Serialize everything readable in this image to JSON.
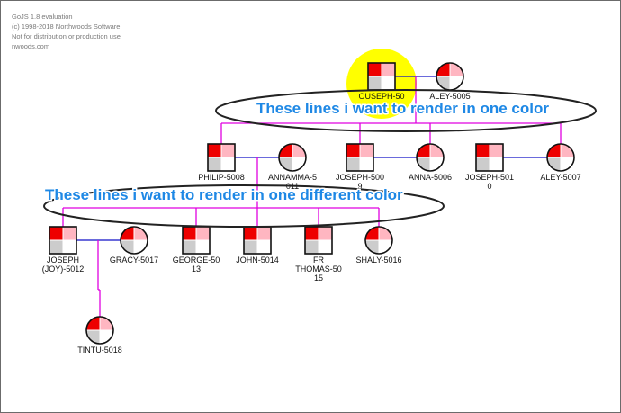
{
  "watermark": {
    "lines": [
      "GoJS 1.8 evaluation",
      "(c) 1998-2018 Northwoods Software",
      "Not for distribution or production use",
      "nwoods.com"
    ]
  },
  "colors": {
    "link_child": "#e000e0",
    "link_marriage": "#1010c8",
    "male_fill_dark": "#ee0000",
    "male_fill_light": "#ffb6c1",
    "gray_fill": "#cccccc",
    "highlight": "#ffff00",
    "annotation_text": "#1e88e5",
    "annotation_outline": "#ffffff"
  },
  "annotations": [
    {
      "text": "These lines i want to render in one color"
    },
    {
      "text": "These lines i want to render in one different color"
    }
  ],
  "people": [
    {
      "id": "ouseph",
      "label_lines": [
        "OUSEPH-50"
      ],
      "gender": "male",
      "highlighted": true
    },
    {
      "id": "aley5005",
      "label_lines": [
        "ALEY-5005"
      ],
      "gender": "female"
    },
    {
      "id": "philip",
      "label_lines": [
        "PHILIP-5008"
      ],
      "gender": "male"
    },
    {
      "id": "annamma",
      "label_lines": [
        "ANNAMMA-5",
        "011"
      ],
      "gender": "female"
    },
    {
      "id": "joseph5009",
      "label_lines": [
        "JOSEPH-500",
        "9"
      ],
      "gender": "male"
    },
    {
      "id": "anna",
      "label_lines": [
        "ANNA-5006"
      ],
      "gender": "female"
    },
    {
      "id": "joseph5010",
      "label_lines": [
        "JOSEPH-501",
        "0"
      ],
      "gender": "male"
    },
    {
      "id": "aley5007",
      "label_lines": [
        "ALEY-5007"
      ],
      "gender": "female"
    },
    {
      "id": "josephjoy",
      "label_lines": [
        "JOSEPH",
        "(JOY)-5012"
      ],
      "gender": "male"
    },
    {
      "id": "gracy",
      "label_lines": [
        "GRACY-5017"
      ],
      "gender": "female"
    },
    {
      "id": "george",
      "label_lines": [
        "GEORGE-50",
        "13"
      ],
      "gender": "male"
    },
    {
      "id": "john",
      "label_lines": [
        "JOHN-5014"
      ],
      "gender": "male"
    },
    {
      "id": "frthomas",
      "label_lines": [
        "FR",
        "THOMAS-50",
        "15"
      ],
      "gender": "male"
    },
    {
      "id": "shaly",
      "label_lines": [
        "SHALY-5016"
      ],
      "gender": "female"
    },
    {
      "id": "tintu",
      "label_lines": [
        "TINTU-5018"
      ],
      "gender": "female"
    }
  ]
}
